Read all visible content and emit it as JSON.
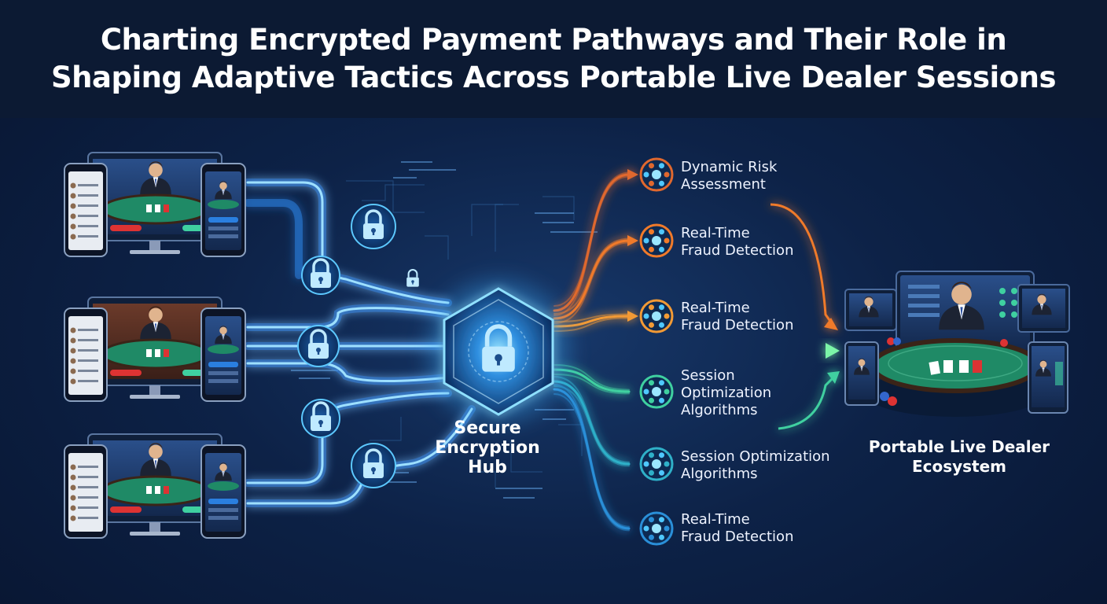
{
  "header": {
    "title_line1": "Charting Encrypted Payment Pathways and Their Role in",
    "title_line2": "Shaping Adaptive Tactics Across Portable Live Dealer Sessions"
  },
  "hub": {
    "label_line1": "Secure",
    "label_line2": "Encryption",
    "label_line3": "Hub"
  },
  "ecosystem": {
    "label_line1": "Portable Live Dealer",
    "label_line2": "Ecosystem"
  },
  "outcomes": [
    {
      "line1": "Dynamic Risk",
      "line2": "Assessment",
      "line3": "",
      "color": "#e0682e",
      "icon": "network-nodes-icon"
    },
    {
      "line1": "Real-Time",
      "line2": "Fraud Detection",
      "line3": "",
      "color": "#f07a2a",
      "icon": "fraud-radar-icon"
    },
    {
      "line1": "Real-Time",
      "line2": "Fraud Detection",
      "line3": "",
      "color": "#f29a35",
      "icon": "shield-network-icon"
    },
    {
      "line1": "Session",
      "line2": "Optimization",
      "line3": "Algorithms",
      "color": "#3fd0a0",
      "icon": "gauge-ring-icon"
    },
    {
      "line1": "Session Optimization",
      "line2": "Algorithms",
      "line3": "",
      "color": "#2fb0c8",
      "icon": "shield-ring-icon"
    },
    {
      "line1": "Real-Time",
      "line2": "Fraud Detection",
      "line3": "",
      "color": "#2a8fd8",
      "icon": "circuit-shield-icon"
    }
  ],
  "colors": {
    "pipe": "#3aa8ff",
    "glow": "#7fd4ff",
    "hub_edge": "#5cc8ff",
    "table": "#1f8a66",
    "accent_green": "#52e0a0"
  }
}
